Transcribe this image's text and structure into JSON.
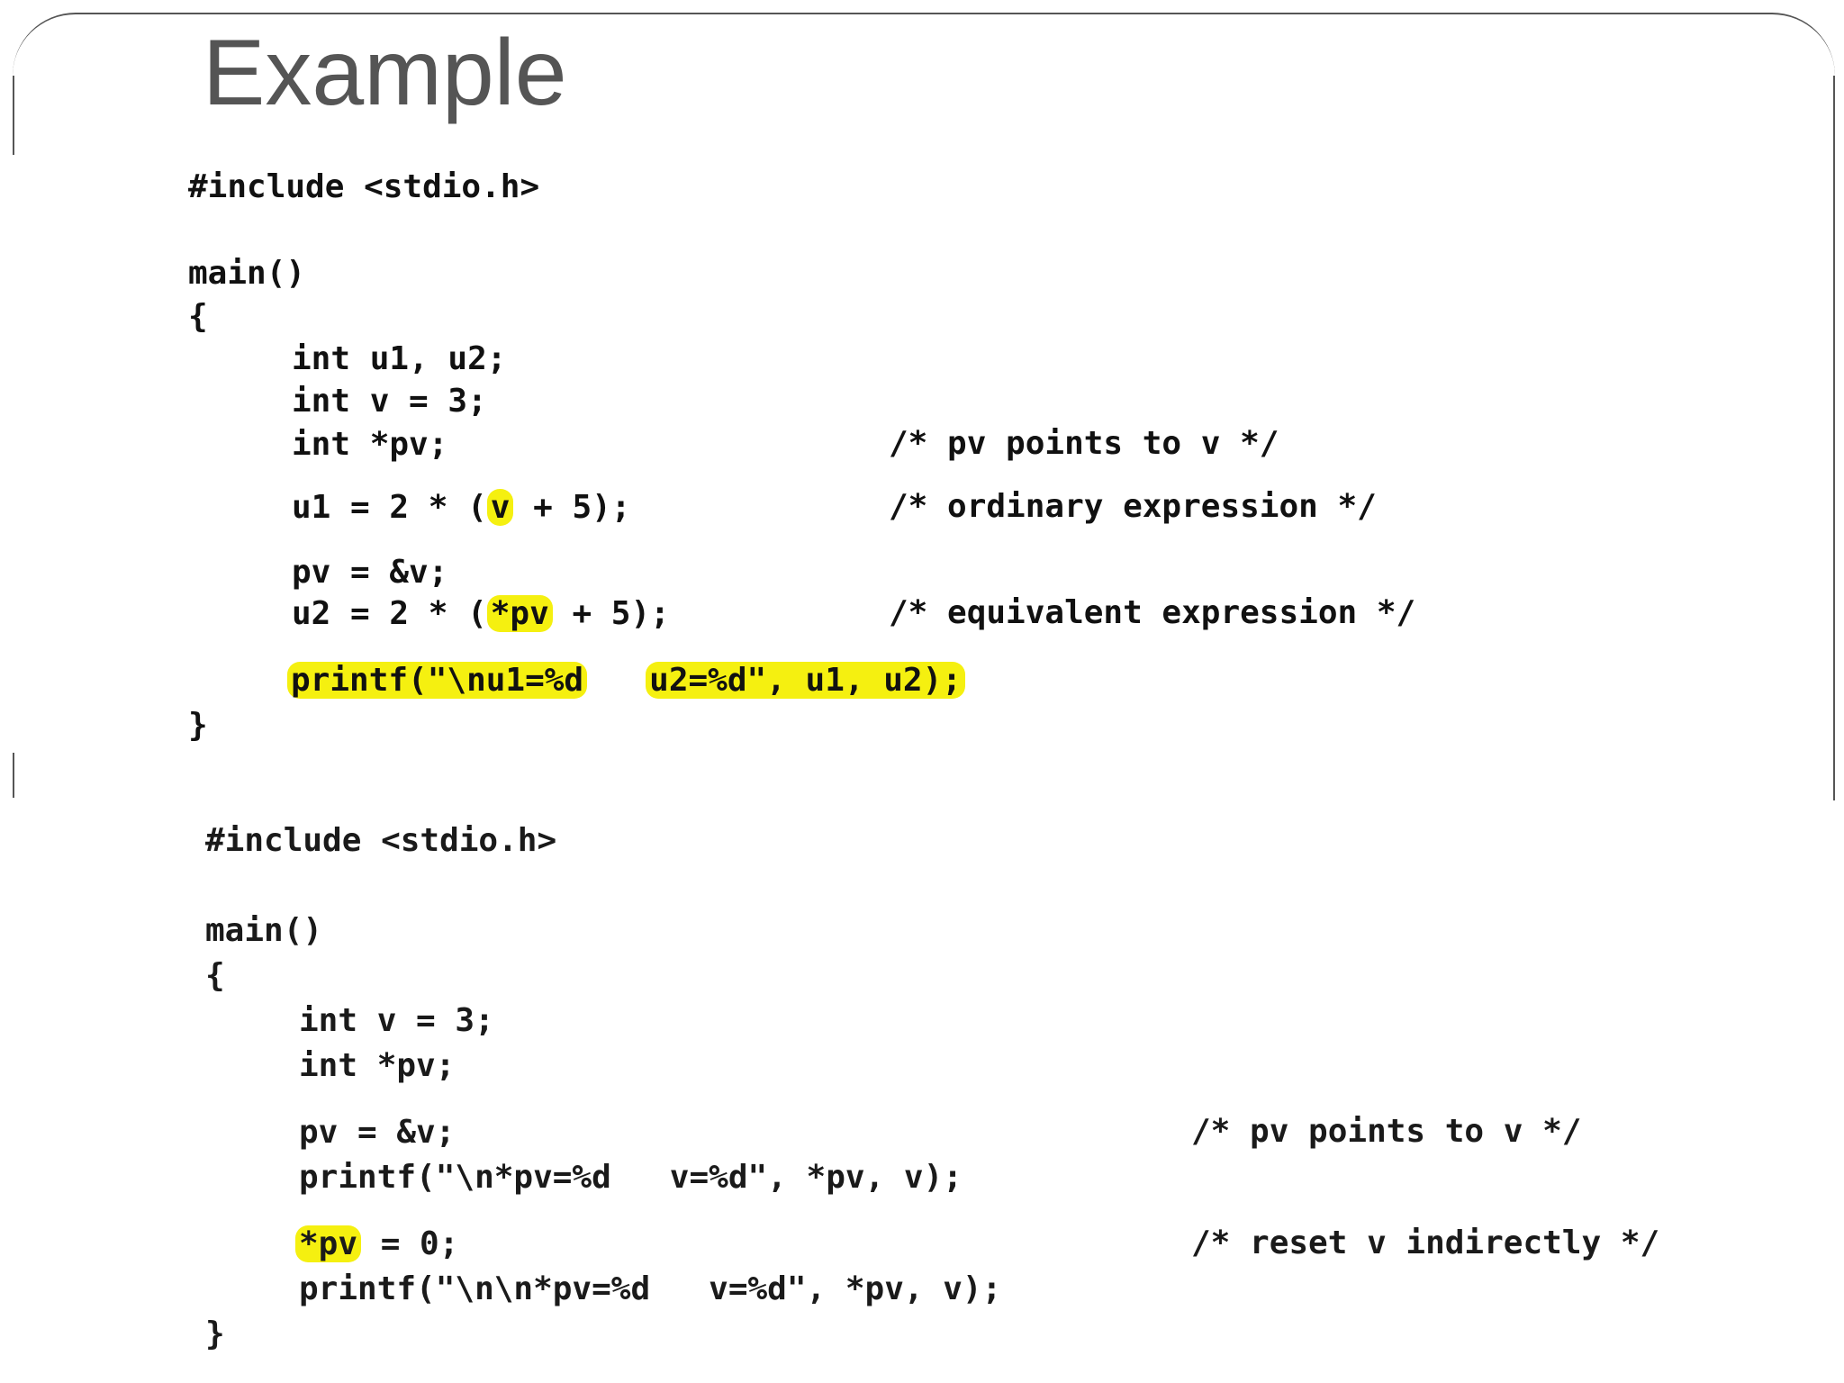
{
  "slide": {
    "title": "Example"
  },
  "listing_top": {
    "include": "#include <stdio.h>",
    "main": "main()",
    "open_brace": "{",
    "decl_u": "int u1, u2;",
    "decl_v": "int v = 3;",
    "decl_pv": "int *pv;",
    "comment_pv": "/* pv points to v */",
    "u1_prefix": "u1 = 2 * (",
    "u1_highlight": "v",
    "u1_suffix": " + 5);",
    "comment_ordinary": "/* ordinary expression */",
    "assign_pv": "pv = &v;",
    "u2_prefix": "u2 = 2 * (",
    "u2_highlight": "*pv",
    "u2_suffix": " + 5);",
    "comment_equivalent": "/* equivalent expression */",
    "printf_part1": "printf(\"\\nu1=%d",
    "printf_gap": "   ",
    "printf_part2": "u2=%d\", u1, u2);",
    "close_brace": "}"
  },
  "listing_bottom": {
    "include": "#include <stdio.h>",
    "main": "main()",
    "open_brace": "{",
    "decl_v": "int v = 3;",
    "decl_pv": "int *pv;",
    "assign_pv": "pv = &v;",
    "comment_pv": "/* pv points to v */",
    "printf_first": "printf(\"\\n*pv=%d   v=%d\", *pv, v);",
    "reset_highlight": "*pv",
    "reset_suffix": " = 0;",
    "comment_reset": "/* reset v indirectly */",
    "printf_second": "printf(\"\\n\\n*pv=%d   v=%d\", *pv, v);",
    "close_brace": "}"
  },
  "colors": {
    "highlight": "#f5f010",
    "title": "#555555",
    "code": "#111111",
    "frame": "#555555"
  }
}
